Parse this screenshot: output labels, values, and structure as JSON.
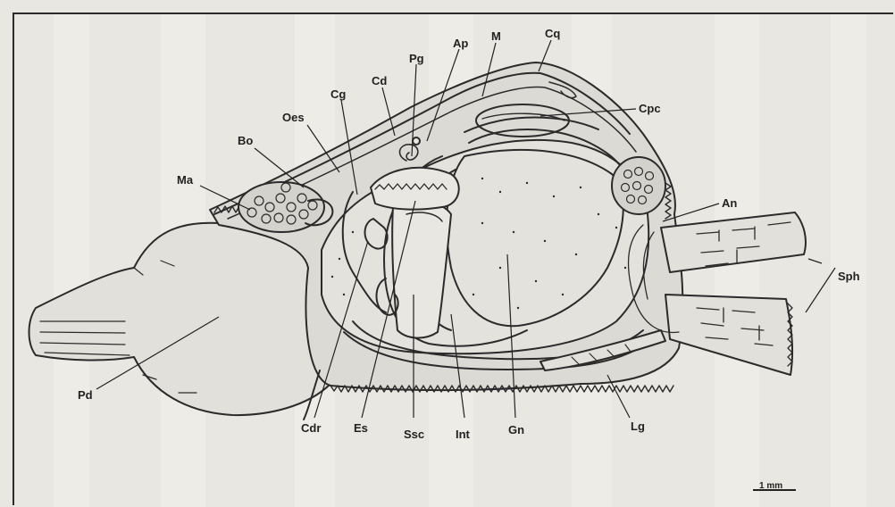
{
  "labels": {
    "cq": "Cq",
    "m": "M",
    "ap": "Ap",
    "pg": "Pg",
    "cd": "Cd",
    "cg": "Cg",
    "oes": "Oes",
    "bo": "Bo",
    "ma": "Ma",
    "cpc": "Cpc",
    "an": "An",
    "sph": "Sph",
    "pd": "Pd",
    "cdr": "Cdr",
    "es": "Es",
    "ssc": "Ssc",
    "int": "Int",
    "gn": "Gn",
    "lg": "Lg"
  },
  "scale_bar": "1 mm",
  "colors": {
    "paper": "#e9e7e2",
    "ink": "#2b2b2b",
    "fill": "#dcdad5"
  }
}
